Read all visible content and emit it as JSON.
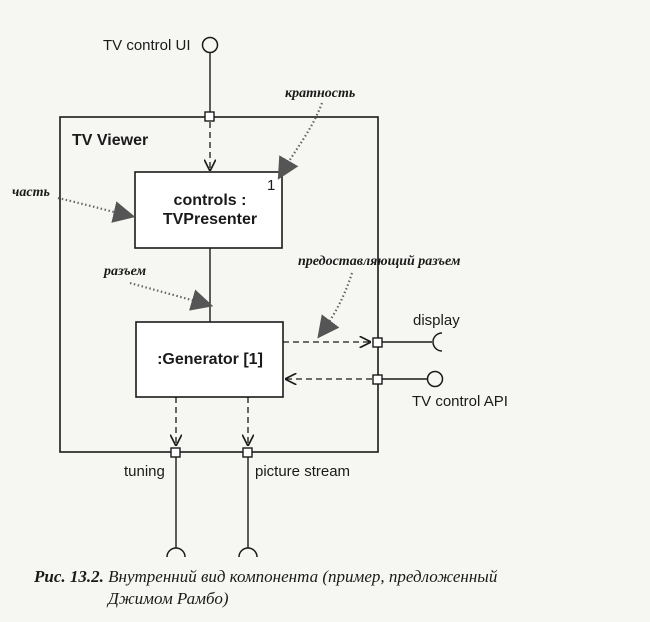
{
  "diagram": {
    "component_name": "TV Viewer",
    "parts": {
      "presenter_line1": "controls :",
      "presenter_line2": "TVPresenter",
      "presenter_multiplicity": "1",
      "generator": ":Generator [1]"
    },
    "ports": {
      "top_interface": "TV control UI",
      "display": "display",
      "control_api": "TV control API",
      "tuning": "tuning",
      "picture_stream": "picture stream"
    },
    "annotations": {
      "multiplicity": "кратность",
      "part": "часть",
      "connector": "разъем",
      "providing_connector": "предоставляющий разъем"
    }
  },
  "caption": {
    "number": "Рис. 13.2.",
    "line1": "Внутренний вид компонента (пример, предложенный",
    "line2": "Джимом Рамбо)"
  }
}
